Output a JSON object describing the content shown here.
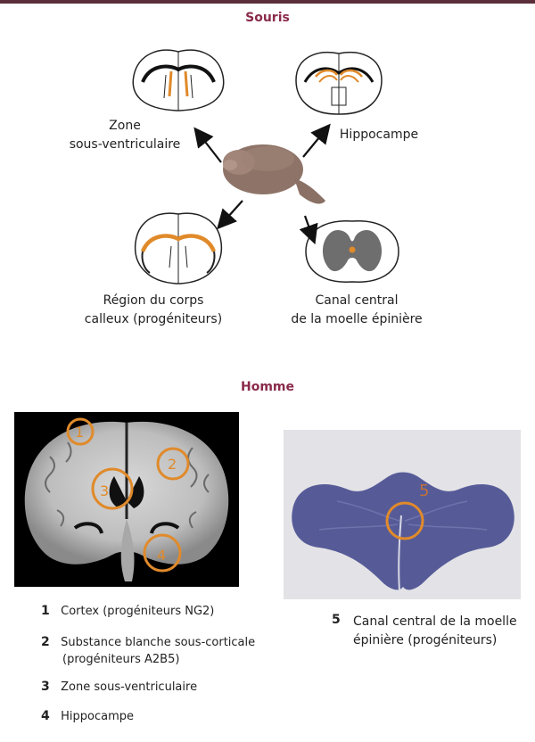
{
  "mouse_section": {
    "title": "Souris",
    "labels": {
      "svz_line1": "Zone",
      "svz_line2": "sous-ventriculaire",
      "hippocampus": "Hippocampe",
      "corpus_line1": "Région du corps",
      "corpus_line2": "calleux (progéniteurs)",
      "canal_line1": "Canal central",
      "canal_line2": "de la moelle épinière"
    }
  },
  "human_section": {
    "title": "Homme",
    "brain_markers": [
      "1",
      "2",
      "3",
      "4"
    ],
    "spine_marker": "5"
  },
  "legend": [
    {
      "num": "1",
      "line1": "Cortex (progéniteurs NG2)",
      "line2": ""
    },
    {
      "num": "2",
      "line1": "Substance blanche sous-corticale",
      "line2": "(progéniteurs A2B5)"
    },
    {
      "num": "3",
      "line1": "Zone sous-ventriculaire",
      "line2": ""
    },
    {
      "num": "4",
      "line1": "Hippocampe",
      "line2": ""
    }
  ],
  "legend_spine": {
    "num": "5",
    "line1": "Canal central de la moelle",
    "line2": "épinière (progéniteurs)"
  },
  "colors": {
    "accent_title": "#8a2a4a",
    "highlight_orange": "#e08a2a",
    "top_bar": "#5a2e3a"
  }
}
